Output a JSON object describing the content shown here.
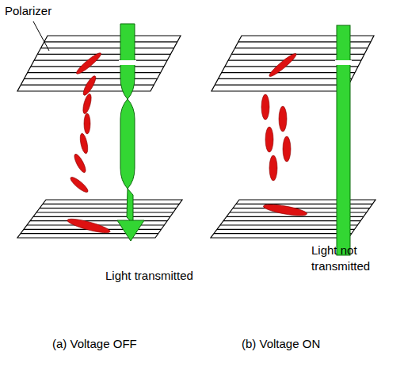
{
  "diagram": {
    "labels": [
      "Polarizer",
      "Light transmitted",
      "Light not transmitted",
      "(a) Voltage OFF",
      "(b) Voltage ON"
    ]
  }
}
